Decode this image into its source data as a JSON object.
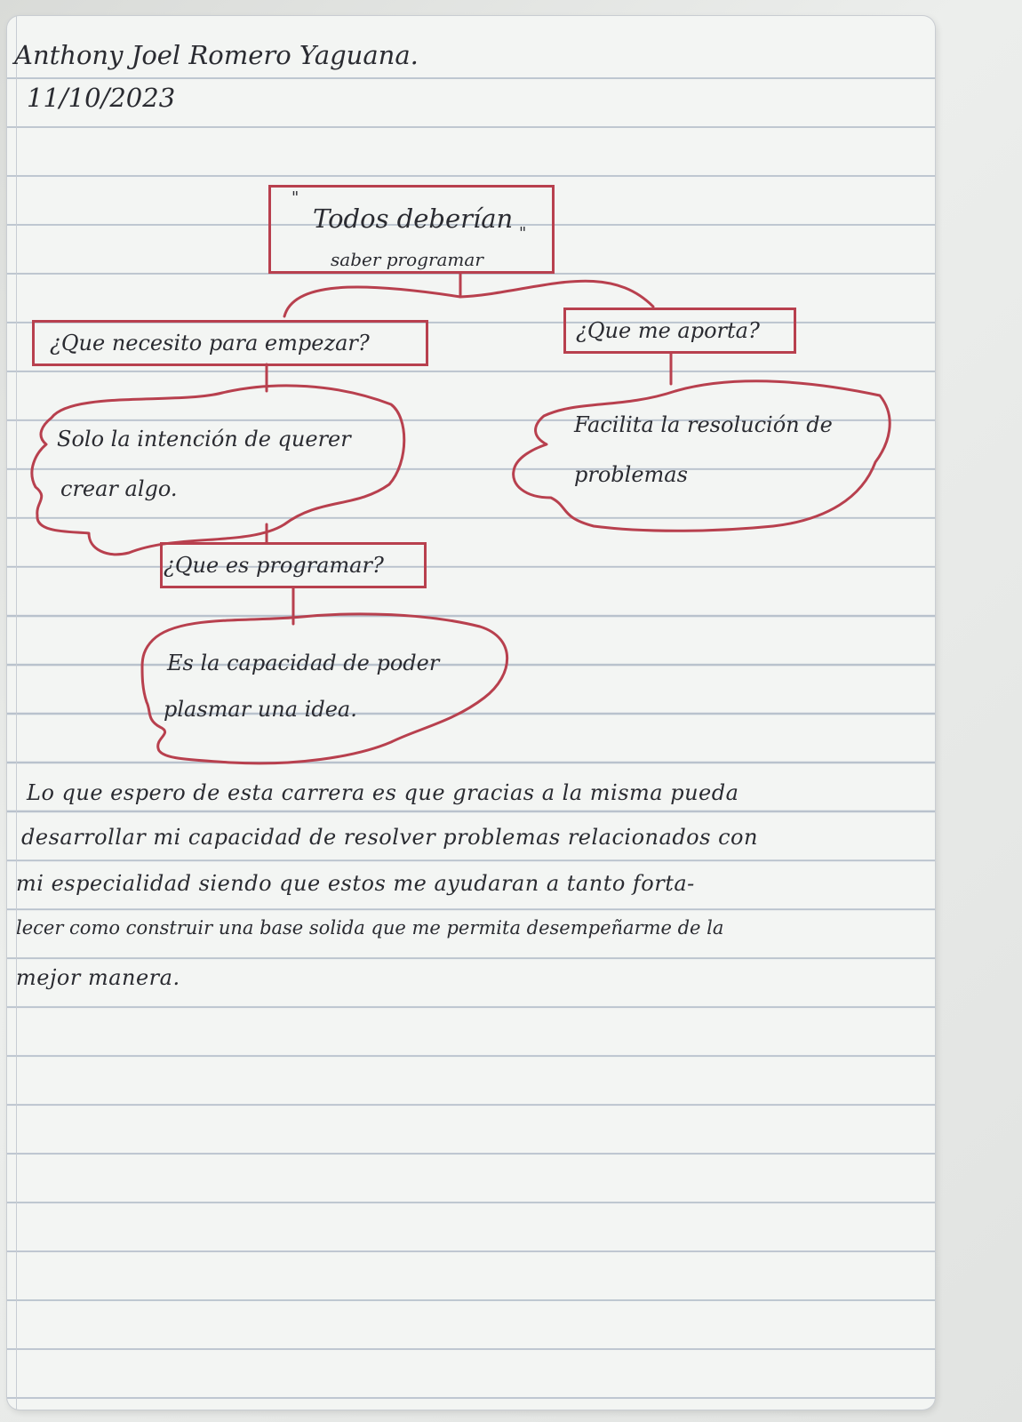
{
  "header": {
    "name": "Anthony Joel Romero Yaguana.",
    "date": "11/10/2023"
  },
  "diagram": {
    "root": {
      "open_quote": "\"",
      "line1": "Todos deberían",
      "close_quote": "\"",
      "line2": "saber programar"
    },
    "left_question": "¿Que necesito para empezar?",
    "left_answer": {
      "line1": "Solo la intención de querer",
      "line2": "crear algo."
    },
    "right_question": "¿Que me aporta?",
    "right_answer": {
      "line1": "Facilita la resolución de",
      "line2": "problemas"
    },
    "bottom_question": "¿Que es programar?",
    "bottom_answer": {
      "line1": "Es la capacidad de poder",
      "line2": "plasmar una idea."
    }
  },
  "paragraph": {
    "lines": [
      "Lo que espero de esta carrera es que gracias a la misma pueda",
      "desarrollar mi capacidad de resolver problemas relacionados con",
      "mi especialidad siendo que estos me ayudaran a tanto forta-",
      "lecer como construir una base solida que me permita desempeñarme de la",
      "mejor manera."
    ]
  },
  "colors": {
    "ink": "#2a2b31",
    "red_ink": "#b8404e",
    "paper": "#f3f5f3",
    "rule_line": "#b9c2cd"
  }
}
